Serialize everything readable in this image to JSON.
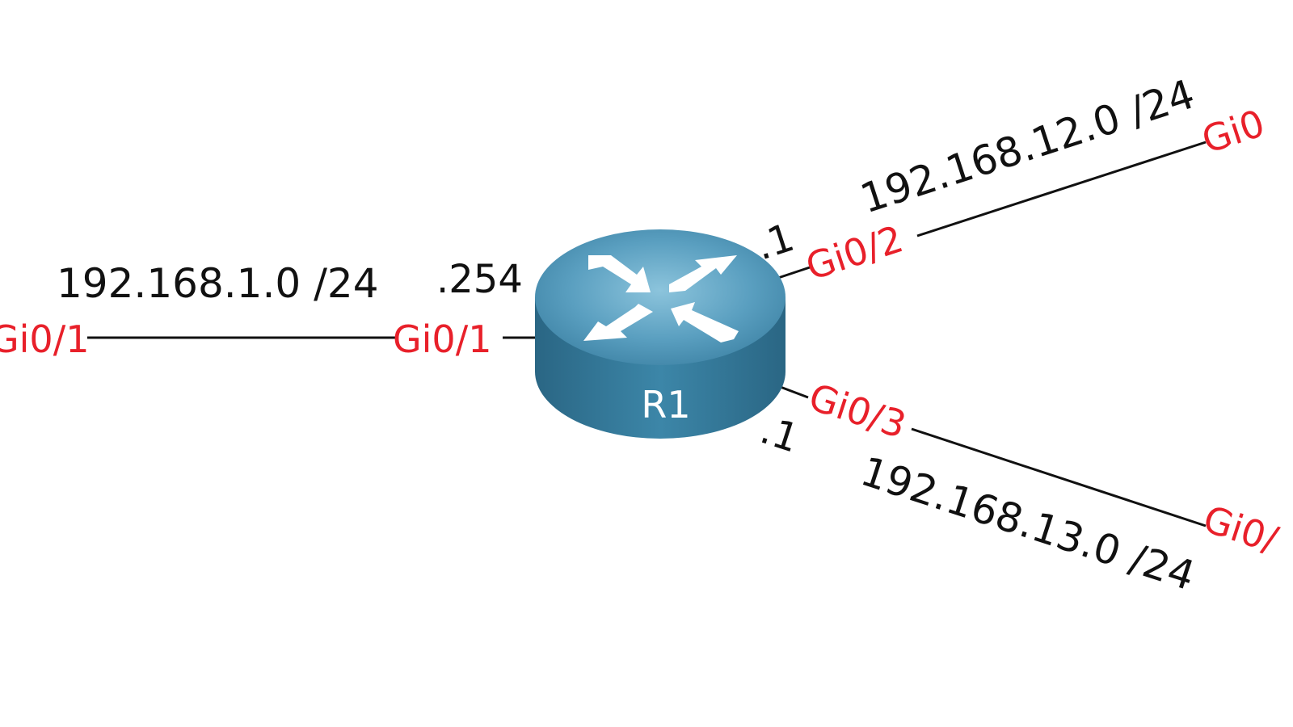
{
  "colors": {
    "interface": "#e8202a",
    "text": "#111111",
    "link": "#111111",
    "router_top": "#4d93b5",
    "router_side": "#2f6e8c",
    "router_label": "#ffffff",
    "arrow": "#ffffff"
  },
  "router": {
    "name": "R1",
    "icon": "router-icon"
  },
  "links": {
    "left": {
      "network": "192.168.1.0 /24",
      "host": ".254",
      "local_interface": "Gi0/1",
      "remote_interface": "Gi0/1"
    },
    "upper_right": {
      "network": "192.168.12.0 /24",
      "host": ".1",
      "local_interface": "Gi0/2",
      "remote_interface": "Gi0"
    },
    "lower_right": {
      "network": "192.168.13.0 /24",
      "host": ".1",
      "local_interface": "Gi0/3",
      "remote_interface": "Gi0/"
    }
  }
}
